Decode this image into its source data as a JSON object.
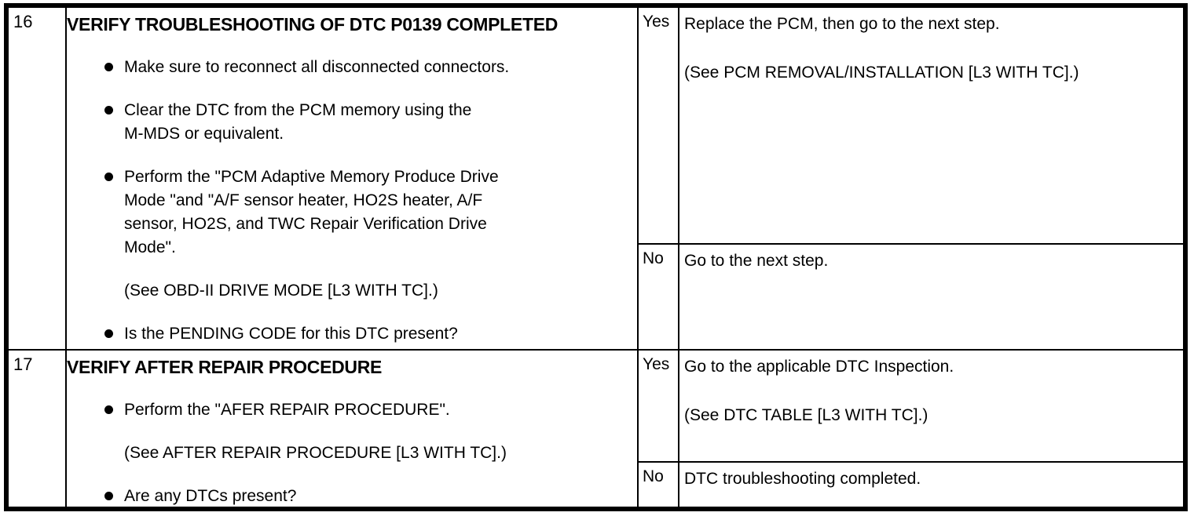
{
  "document": {
    "kind": "dtc-troubleshooting-table",
    "colors": {
      "border": "#000000",
      "background": "#ffffff",
      "text": "#000000"
    }
  },
  "table": {
    "rows": [
      {
        "step": "16",
        "action": {
          "title": "VERIFY TROUBLESHOOTING OF DTC P0139 COMPLETED",
          "bullet_1": "Make sure to reconnect all disconnected connectors.",
          "bullet_2": "Clear the DTC from the PCM memory using the\nM-MDS or equivalent.",
          "bullet_3": "Perform the \"PCM Adaptive Memory Produce Drive\nMode \"and \"A/F sensor heater, HO2S heater, A/F\nsensor, HO2S, and TWC Repair Verification Drive\nMode\".",
          "note": "(See OBD-II DRIVE MODE [L3 WITH TC].)",
          "bullet_4": "Is the PENDING CODE for this DTC present?"
        },
        "yes": {
          "label": "Yes",
          "action": "Replace the PCM, then go to the next step.",
          "note": "(See PCM REMOVAL/INSTALLATION [L3 WITH TC].)"
        },
        "no": {
          "label": "No",
          "action": "Go to the next step."
        }
      },
      {
        "step": "17",
        "action": {
          "title": "VERIFY AFTER REPAIR PROCEDURE",
          "bullet_1": "Perform the \"AFER REPAIR PROCEDURE\".",
          "note": "(See AFTER REPAIR PROCEDURE [L3 WITH TC].)",
          "bullet_2": "Are any DTCs present?"
        },
        "yes": {
          "label": "Yes",
          "action": "Go to the applicable DTC Inspection.",
          "note": "(See DTC TABLE [L3 WITH TC].)"
        },
        "no": {
          "label": "No",
          "action": "DTC troubleshooting completed."
        }
      }
    ]
  }
}
